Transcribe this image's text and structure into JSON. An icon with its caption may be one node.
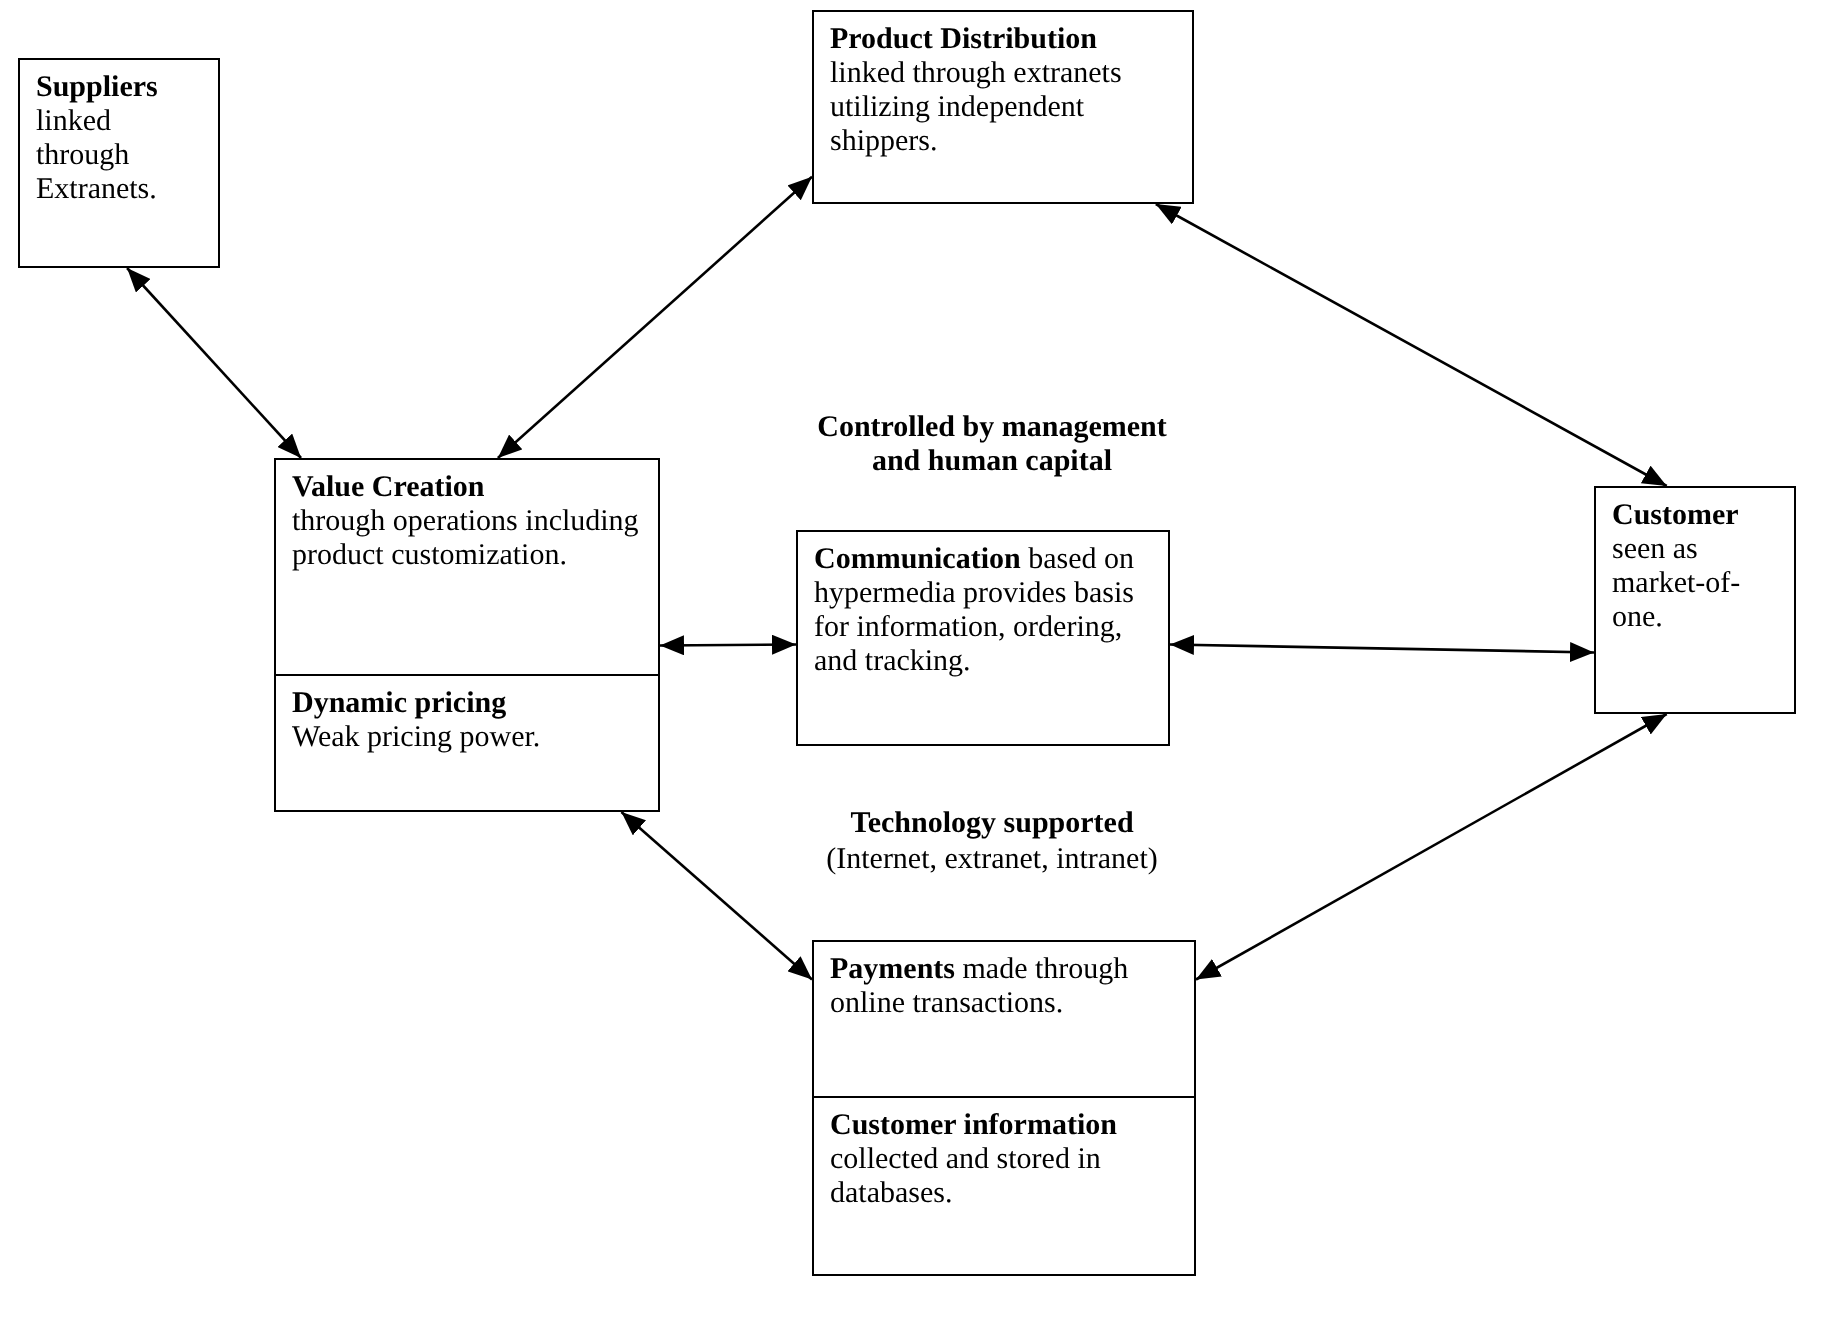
{
  "diagram": {
    "nodes": [
      {
        "text": [
          "Suppliers",
          "linked through Extranets."
        ]
      },
      {
        "text": [
          "Product Distribution",
          "linked through extranets utilizing independent shippers."
        ]
      },
      {
        "text": [
          "Value Creation",
          "through operations including product customization."
        ]
      },
      {
        "text": [
          "Dynamic pricing",
          "Weak pricing power."
        ]
      },
      {
        "text": [
          "**Communication** based on hypermedia provides basis for information, ordering, and tracking."
        ]
      },
      {
        "text": [
          "Customer",
          "seen as market-of-one."
        ]
      },
      {
        "text": [
          "**Payments** made through online transactions."
        ]
      },
      {
        "text": [
          "Customer information",
          "collected and stored in databases."
        ]
      }
    ],
    "edges": [
      {
        "from": 0,
        "to": 2,
        "arrow": "both"
      },
      {
        "from": 2,
        "to": 1,
        "arrow": "both"
      },
      {
        "from": 2,
        "to": 4,
        "arrow": "both"
      },
      {
        "from": 4,
        "to": 5,
        "arrow": "both"
      },
      {
        "from": 1,
        "to": 5,
        "arrow": "both"
      },
      {
        "from": 3,
        "to": 6,
        "arrow": "both"
      },
      {
        "from": 5,
        "to": 6,
        "arrow": "both"
      }
    ],
    "labels": [
      "Controlled by management and human capital",
      "Technology supported",
      "(Internet, extranet, intranet)"
    ]
  }
}
